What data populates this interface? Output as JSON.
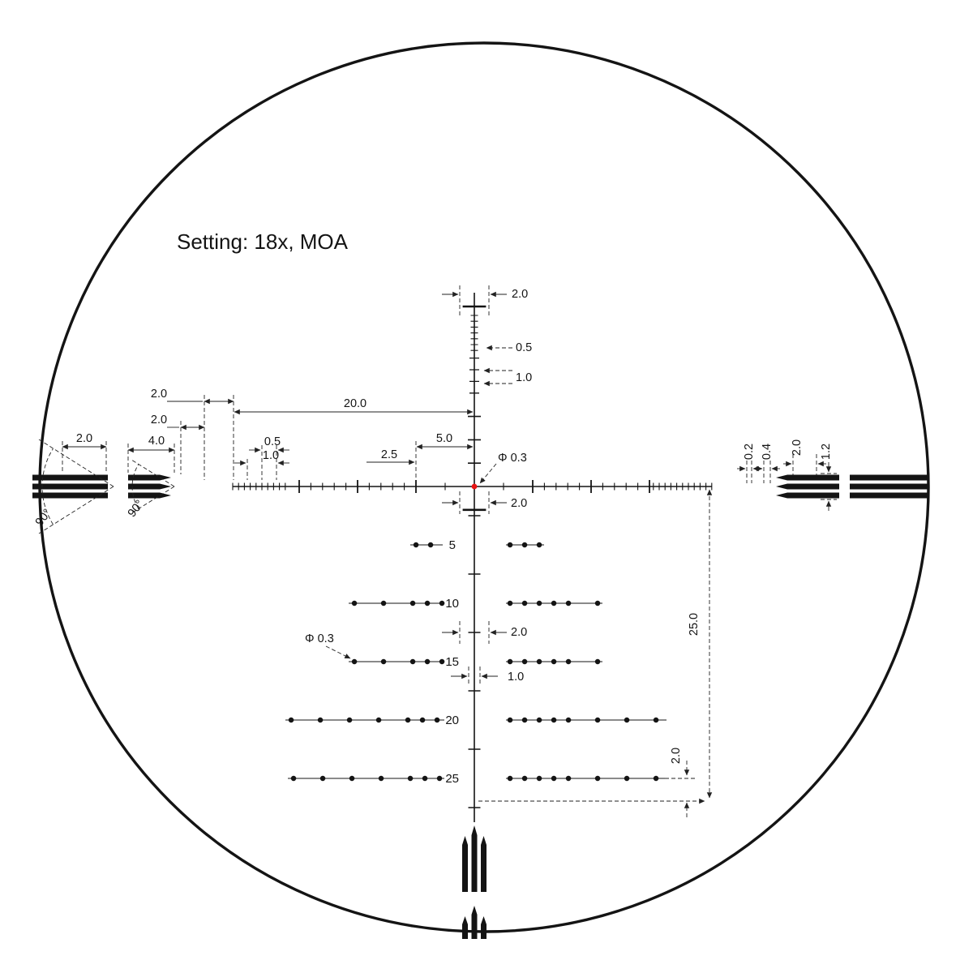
{
  "title": "Setting: 18x, MOA",
  "colors": {
    "reticle": "#141414",
    "center_dot": "#e81313",
    "dim": "#222222"
  },
  "dims": {
    "elev_width": "2.0",
    "elev_half": "0.5",
    "elev_one": "1.0",
    "wind_total": "20.0",
    "gap_outer": "2.0",
    "gap_inner": "2.0",
    "post_inner_width": "4.0",
    "post_outer_width": "2.0",
    "wind_half": "0.5",
    "wind_one": "1.0",
    "wind_five": "5.0",
    "wind_two_five": "2.5",
    "center_dot_dia": "Φ 0.3",
    "center_tick_width": "2.0",
    "right_line_thickness": "0.2",
    "right_gap": "0.4",
    "right_post_width": "2.0",
    "right_post_height": "1.2",
    "drop_total": "25.0",
    "drop_tick_two": "2.0",
    "drop_tick_one": "1.0",
    "drop_dot_dia": "Φ 0.3",
    "bottom_gap": "2.0",
    "angle_outer": "90°",
    "angle_inner": "90°"
  },
  "holdovers": [
    "5",
    "10",
    "15",
    "20",
    "25"
  ]
}
